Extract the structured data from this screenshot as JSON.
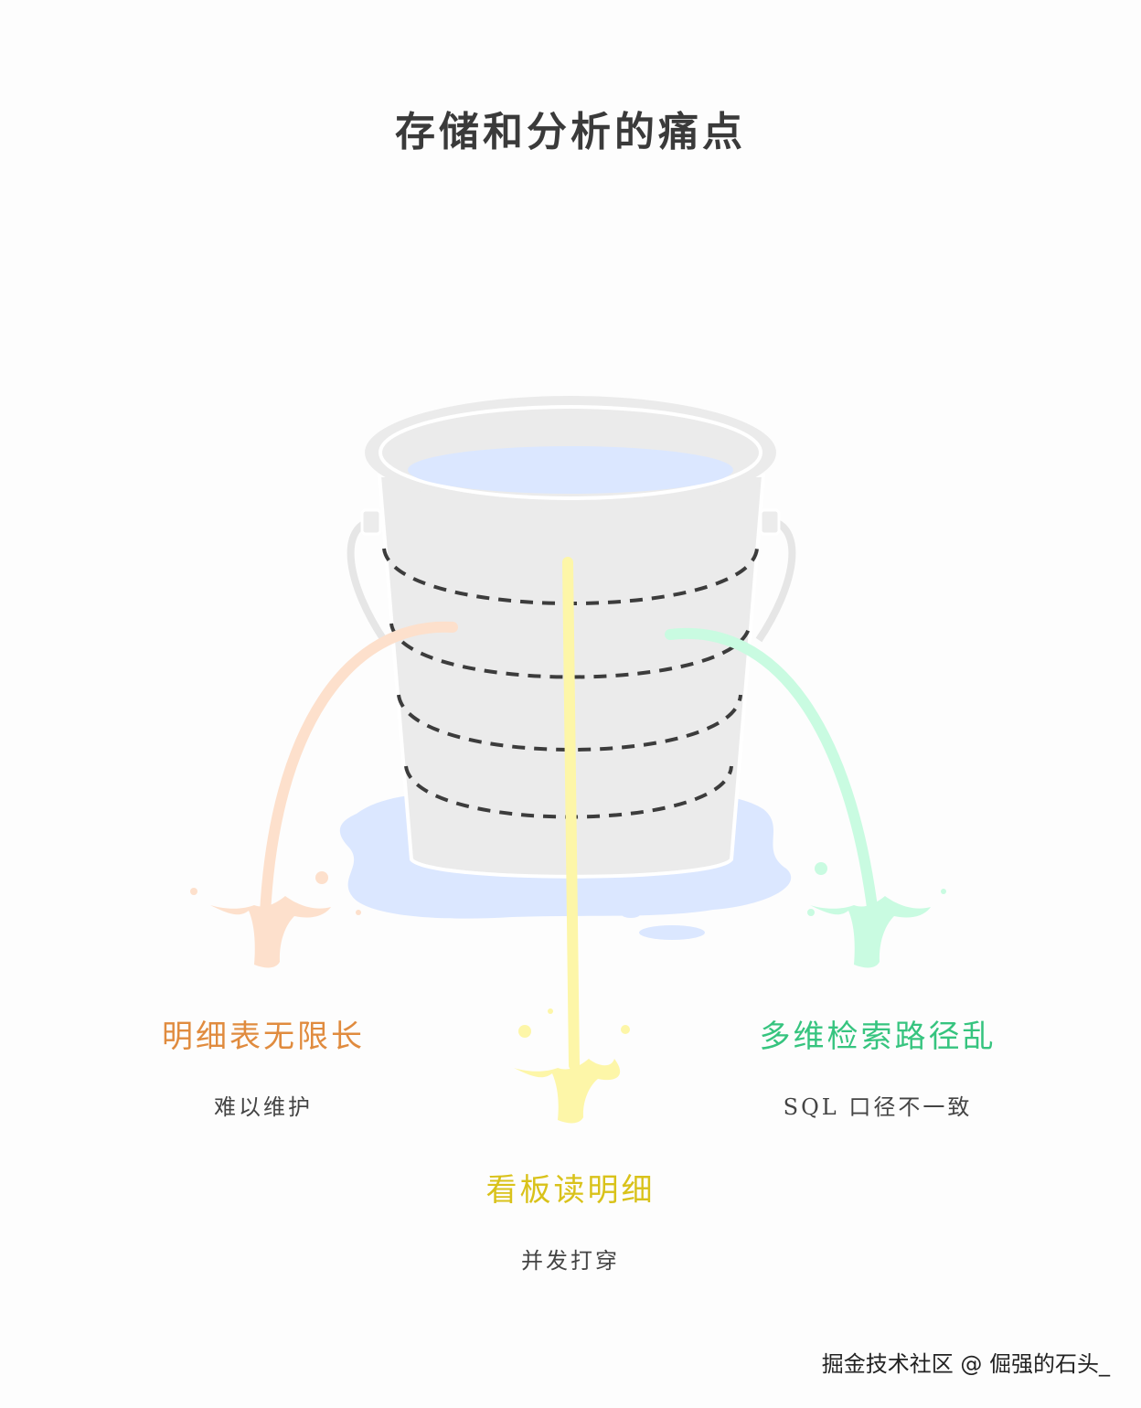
{
  "title": "存储和分析的痛点",
  "pain_points": [
    {
      "heading": "明细表无限长",
      "detail": "难以维护",
      "color": "#e08b3e"
    },
    {
      "heading": "看板读明细",
      "detail": "并发打穿",
      "color": "#d9c21a"
    },
    {
      "heading": "多维检索路径乱",
      "detail": "SQL 口径不一致",
      "color": "#36c47f"
    }
  ],
  "stream_colors": {
    "left": "#fde0cc",
    "middle": "#fdf6a8",
    "right": "#c9fbe1"
  },
  "water_color": "#dbe7ff",
  "bucket_color": "#ebebeb",
  "watermark": "掘金技术社区 @ 倔强的石头_"
}
